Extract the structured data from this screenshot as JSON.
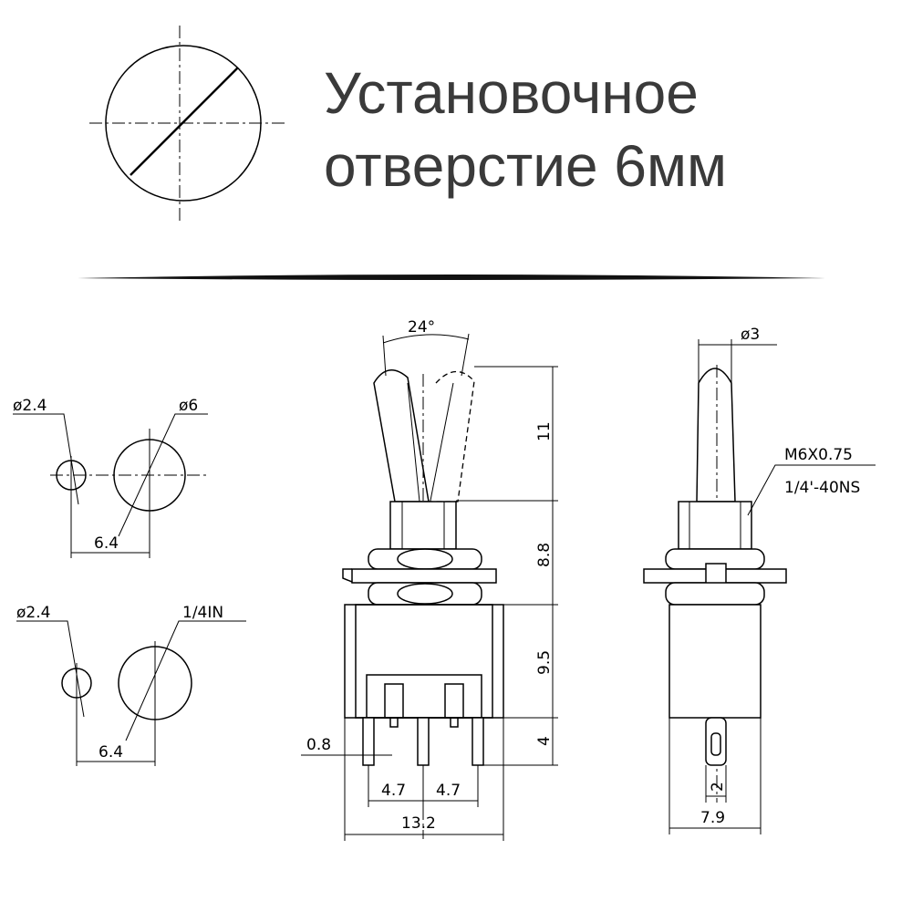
{
  "header": {
    "title_line1": "Установочное",
    "title_line2": "отверстие 6мм"
  },
  "hole_diagram_1": {
    "small_hole_label": "ø2.4",
    "large_hole_label": "ø6",
    "spacing_label": "6.4"
  },
  "hole_diagram_2": {
    "small_hole_label": "ø2.4",
    "large_hole_label": "1/4IN",
    "spacing_label": "6.4"
  },
  "front_view": {
    "angle_label": "24°",
    "lever_height_label": "11",
    "bushing_height_label": "8.8",
    "body_height_label": "9.5",
    "pin_length_label": "4",
    "pin_width_label": "0.8",
    "pin_pitch_left_label": "4.7",
    "pin_pitch_right_label": "4.7",
    "body_width_label": "13.2"
  },
  "side_view": {
    "lever_diameter_label": "ø3",
    "thread_metric_label": "M6X0.75",
    "thread_imperial_label": "1/4'-40NS",
    "pin_width_label": "2",
    "body_width_label": "7.9"
  }
}
